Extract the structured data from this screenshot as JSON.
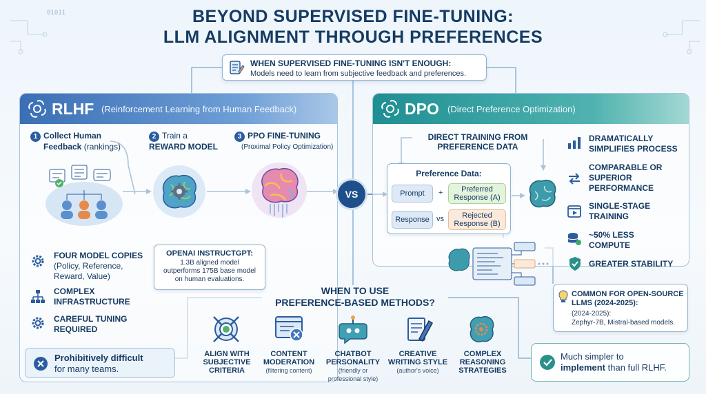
{
  "title": {
    "line1": "Beyond Supervised Fine-Tuning:",
    "line2": "LLM Alignment Through Preferences"
  },
  "decoration": {
    "binary": "01011"
  },
  "intro": {
    "heading": "When Supervised Fine-Tuning Isn't Enough:",
    "text": "Models need to learn from subjective feedback and preferences."
  },
  "rlhf": {
    "name": "RLHF",
    "subtitle": "(Reinforcement Learning from Human Feedback)",
    "steps": [
      {
        "num": "1",
        "line1": "Collect Human",
        "line2a": "Feedback",
        "line2b": "(rankings)"
      },
      {
        "num": "2",
        "line1": "Train a",
        "line2": "Reward Model"
      },
      {
        "num": "3",
        "line1": "PPO Fine-Tuning",
        "line2": "(Proximal Policy Optimization)"
      }
    ],
    "features": [
      {
        "icon": "gear-icon",
        "title": "Four Model Copies",
        "lines": [
          "(Policy, Reference,",
          "Reward, Value)"
        ]
      },
      {
        "icon": "hierarchy-icon",
        "title_lines": [
          "Complex",
          "Infrastructure"
        ]
      },
      {
        "icon": "gear-icon",
        "title_lines": [
          "Careful Tuning",
          "Required"
        ]
      }
    ],
    "callout": {
      "heading": "OpenAI InstructGPT:",
      "lines": [
        "1.3B aligned model",
        "outperforms 175B base model",
        "on human evaluations."
      ]
    },
    "bottom": {
      "line1": "Prohibitively difficult",
      "line2": "for many teams."
    }
  },
  "vs": "VS",
  "dpo": {
    "name": "DPO",
    "subtitle": "(Direct Preference Optimization)",
    "direct_heading": [
      "Direct Training From",
      "Preference Data"
    ],
    "pref_box": {
      "heading": "Preference Data:",
      "prompt": "Prompt",
      "plus": "+",
      "preferred": [
        "Preferred",
        "Response (A)"
      ],
      "response": "Response",
      "vs": "vs",
      "rejected": [
        "Rejected",
        "Response (B)"
      ]
    },
    "benefits": [
      {
        "icon": "simplify-icon",
        "lines": [
          "Dramatically",
          "Simplifies Process"
        ]
      },
      {
        "icon": "swap-arrows-icon",
        "lines": [
          "Comparable or",
          "Superior",
          "Performance"
        ]
      },
      {
        "icon": "single-stage-icon",
        "lines": [
          "Single-Stage",
          "Training"
        ]
      },
      {
        "icon": "database-icon",
        "lines": [
          "~50% Less",
          "Compute"
        ]
      },
      {
        "icon": "shield-check-icon",
        "lines": [
          "Greater Stability"
        ]
      }
    ],
    "oss": {
      "heading": [
        "Common for Open-Source",
        "LLMs (2024-2025):"
      ],
      "lines": [
        "(2024-2025):",
        "Zephyr-7B, Mistral-based models."
      ]
    },
    "bottom": {
      "line1": "Much simpler to",
      "line2a": "implement",
      "line2b": "than full RLHF."
    }
  },
  "when": {
    "heading": [
      "When to Use",
      "Preference-Based Methods?"
    ],
    "cases": [
      {
        "icon": "target-icon",
        "title": [
          "Align with",
          "Subjective",
          "Criteria"
        ],
        "sub": []
      },
      {
        "icon": "content-filter-icon",
        "title": [
          "Content",
          "Moderation"
        ],
        "sub": [
          "(filtering content)"
        ]
      },
      {
        "icon": "robot-icon",
        "title": [
          "Chatbot",
          "Personality"
        ],
        "sub": [
          "(friendly or",
          "professional style)"
        ]
      },
      {
        "icon": "pen-icon",
        "title": [
          "Creative",
          "Writing Style"
        ],
        "sub": [
          "(author's voice)"
        ]
      },
      {
        "icon": "brain-gear-icon",
        "title": [
          "Complex",
          "Reasoning",
          "Strategies"
        ],
        "sub": []
      }
    ]
  },
  "colors": {
    "rlhf_accent": "#3a6fb5",
    "dpo_accent": "#1e8f93",
    "navy": "#163b63"
  }
}
